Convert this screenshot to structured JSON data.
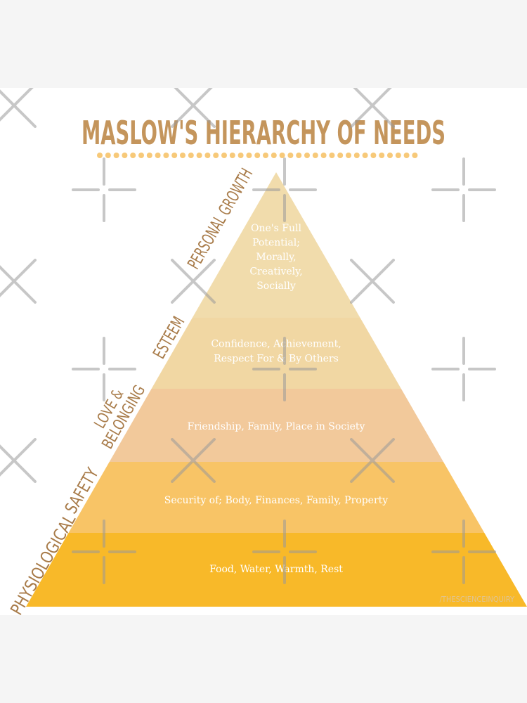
{
  "title": "MASLOW'S HIERARCHY OF NEEDS",
  "colors": {
    "title": "#c4955c",
    "dots": "#f7c979",
    "tier_text": "#ffffff",
    "side_label": "#a87b49"
  },
  "tiers": [
    {
      "lines": [
        "One's Full",
        "Potential;",
        "Morally,",
        "Creatively,",
        "Socially"
      ],
      "color": "#f1dcac"
    },
    {
      "lines": [
        "Confidence, Achievement,",
        "Respect For & By Others"
      ],
      "color": "#f1d7a3"
    },
    {
      "lines": [
        "Friendship, Family, Place in Society"
      ],
      "color": "#f2c99b"
    },
    {
      "lines": [
        "Security of; Body, Finances, Family, Property"
      ],
      "color": "#f8c466"
    },
    {
      "lines": [
        "Food, Water, Warmth, Rest"
      ],
      "color": "#f8b929"
    }
  ],
  "side_labels": [
    {
      "lines": [
        "PERSONAL GROWTH"
      ]
    },
    {
      "lines": [
        "ESTEEM"
      ]
    },
    {
      "lines": [
        "LOVE &",
        "BELONGING"
      ]
    },
    {
      "lines": [
        "SAFETY"
      ]
    },
    {
      "lines": [
        "PHYSIOLOGICAL"
      ]
    }
  ],
  "credit": "/THESCIENCEINQUIRY",
  "watermark": {
    "icon": "cross-watermark-icon",
    "color": "#9a9a9a"
  }
}
